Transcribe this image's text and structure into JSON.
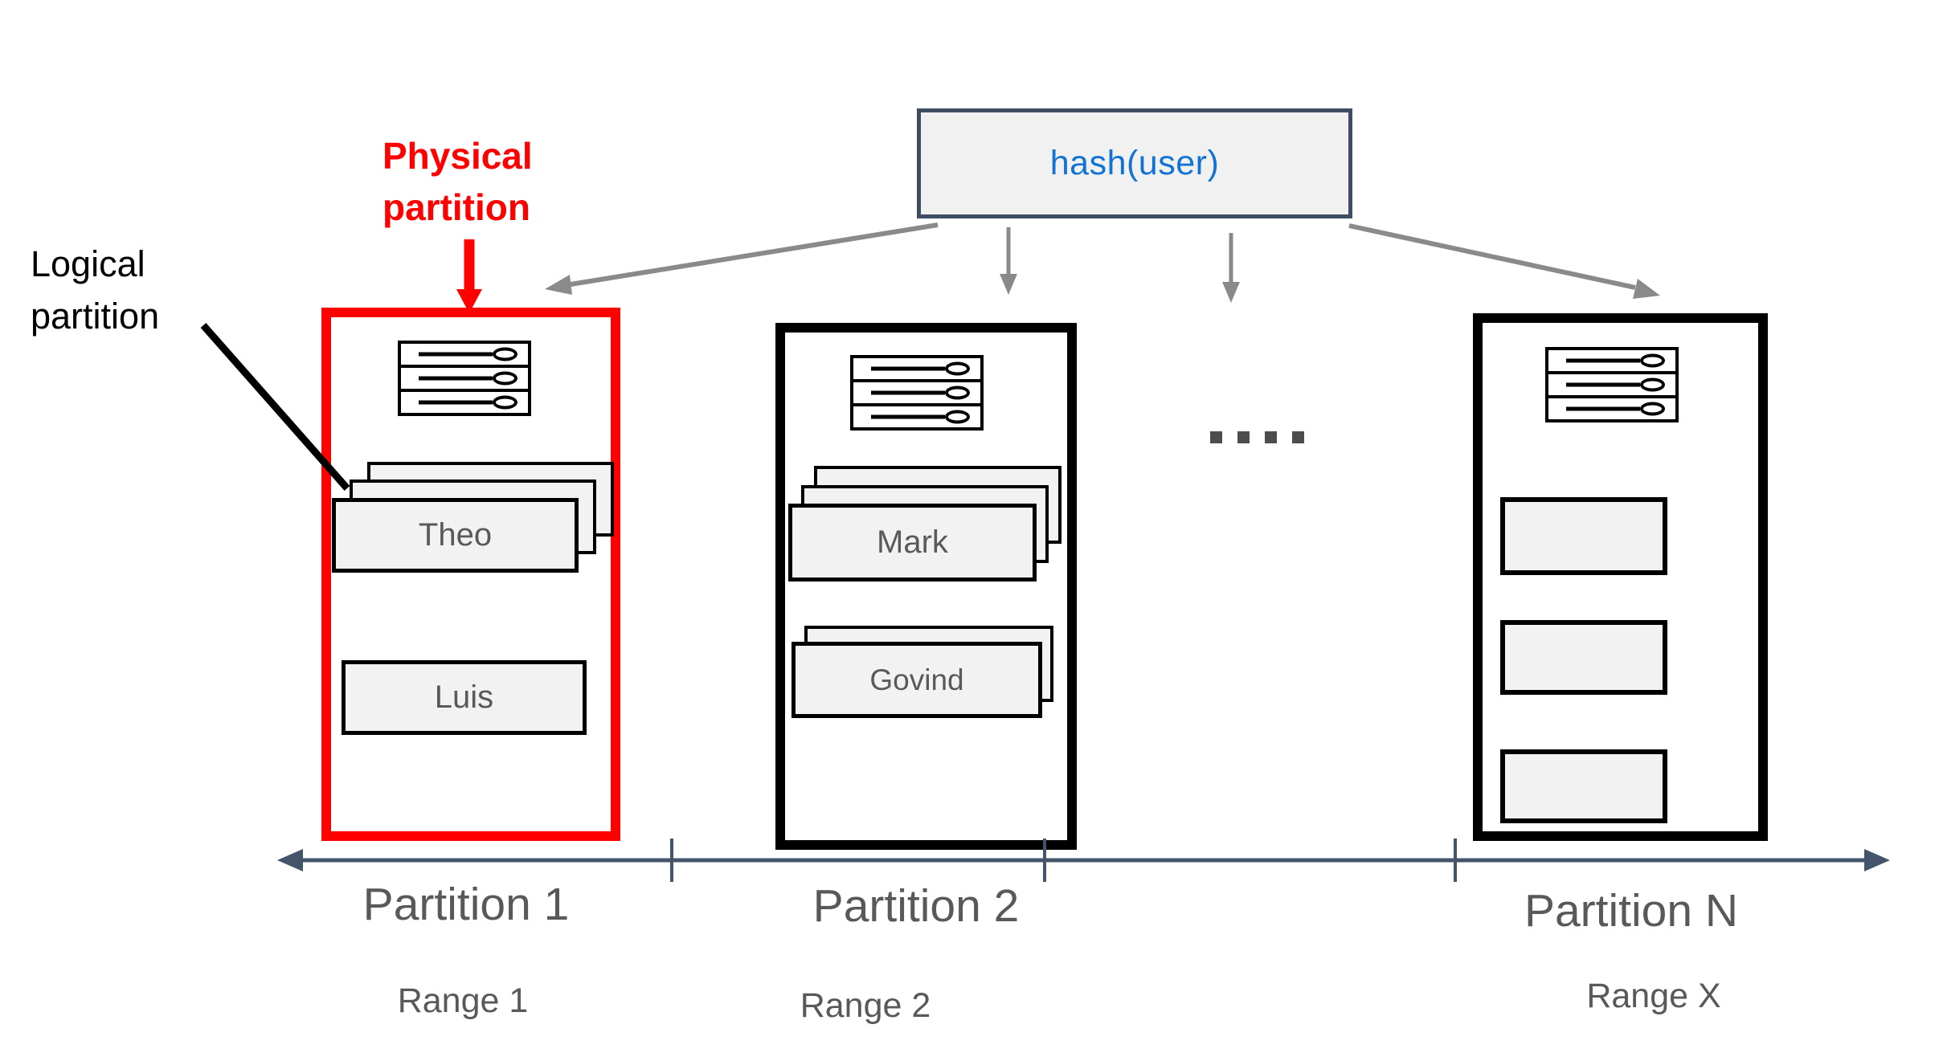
{
  "diagram_title": "hash-partitioning-diagram",
  "colors": {
    "highlight_red": "#FE0000",
    "axis_slate": "#44546A",
    "hash_box_border": "#3E4D63",
    "hash_text_blue": "#1273D3",
    "arrow_gray": "#8A8A8A",
    "label_gray": "#595959",
    "card_fill": "#F2F2F2",
    "hash_box_fill": "#F1F1F2",
    "dots_gray": "#4D4D4D"
  },
  "hash_box": {
    "label": "hash(user)"
  },
  "annotations": {
    "physical": {
      "line1": "Physical",
      "line2": "partition"
    },
    "logical": {
      "line1": "Logical",
      "line2": "partition"
    }
  },
  "partitions": [
    {
      "name": "Partition 1",
      "range": "Range 1",
      "highlighted": true,
      "cards": [
        {
          "label": "Theo",
          "stack": 3
        },
        {
          "label": "Luis",
          "stack": 1
        }
      ]
    },
    {
      "name": "Partition 2",
      "range": "Range 2",
      "highlighted": false,
      "cards": [
        {
          "label": "Mark",
          "stack": 3
        },
        {
          "label": "Govind",
          "stack": 2
        }
      ]
    },
    {
      "name": "Partition N",
      "range": "Range X",
      "highlighted": false,
      "cards": [
        {
          "label": "",
          "stack": 1
        },
        {
          "label": "",
          "stack": 1
        },
        {
          "label": "",
          "stack": 1
        }
      ]
    }
  ],
  "separator": {
    "dots": 4
  },
  "icons": {
    "server": "server-rack-icon"
  }
}
